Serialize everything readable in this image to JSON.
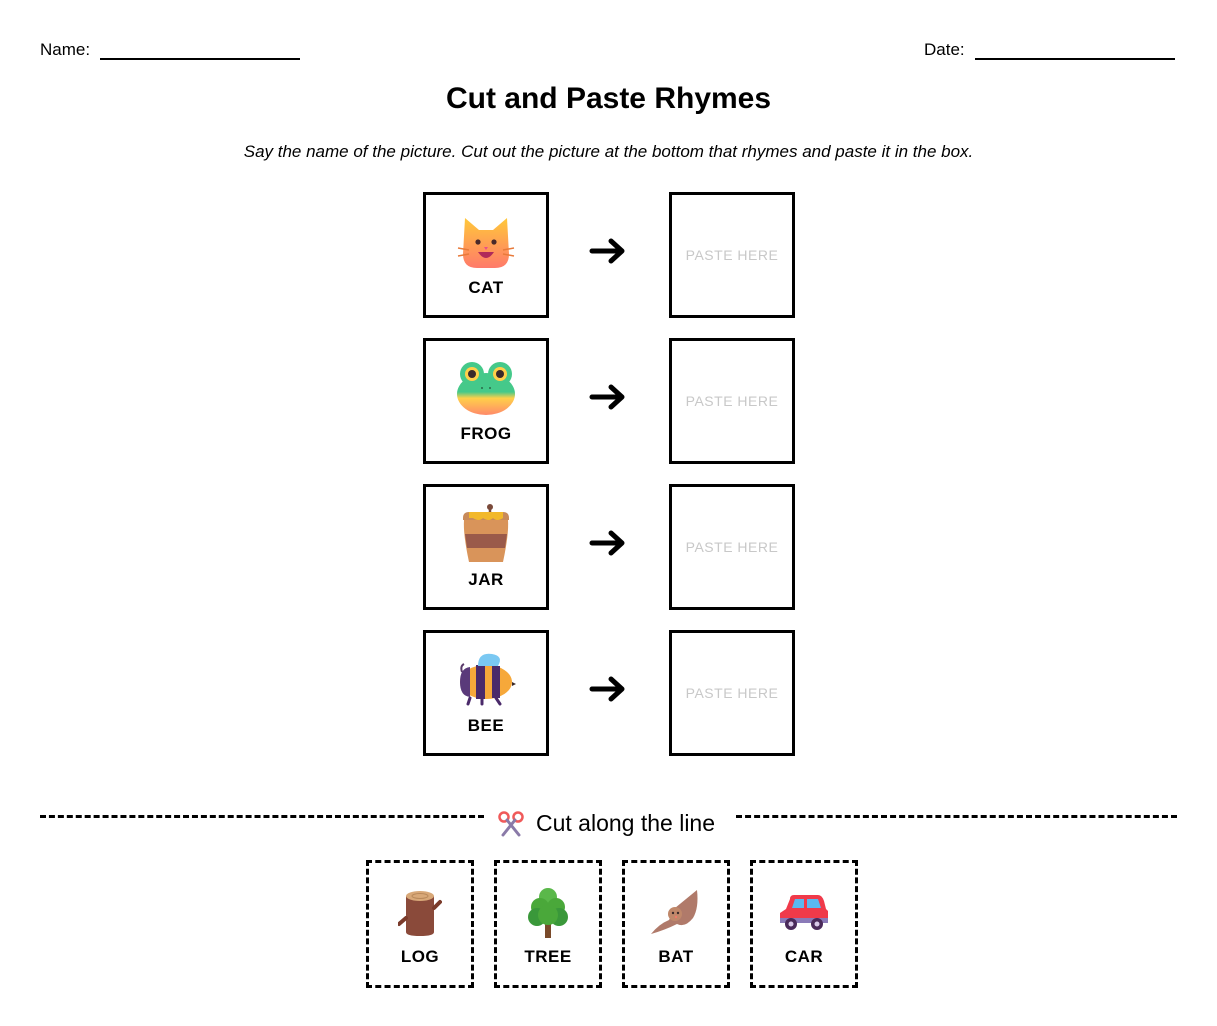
{
  "header": {
    "name_label": "Name:",
    "date_label": "Date:"
  },
  "title": "Cut and Paste Rhymes",
  "instructions": "Say the name of the picture. Cut out the picture at the bottom that rhymes and paste it in the box.",
  "rows": [
    {
      "word": "CAT",
      "icon": "cat-face-icon",
      "paste_label": "PASTE HERE"
    },
    {
      "word": "FROG",
      "icon": "frog-face-icon",
      "paste_label": "PASTE HERE"
    },
    {
      "word": "JAR",
      "icon": "honey-pot-icon",
      "paste_label": "PASTE HERE"
    },
    {
      "word": "BEE",
      "icon": "bee-icon",
      "paste_label": "PASTE HERE"
    }
  ],
  "cut_line": {
    "label": "Cut along the line",
    "icon": "scissors-icon"
  },
  "cards": [
    {
      "word": "LOG",
      "icon": "log-icon"
    },
    {
      "word": "TREE",
      "icon": "tree-icon"
    },
    {
      "word": "BAT",
      "icon": "bat-icon"
    },
    {
      "word": "CAR",
      "icon": "car-icon"
    }
  ],
  "colors": {
    "paste_placeholder": "#c8c8c8",
    "border": "#000000"
  }
}
